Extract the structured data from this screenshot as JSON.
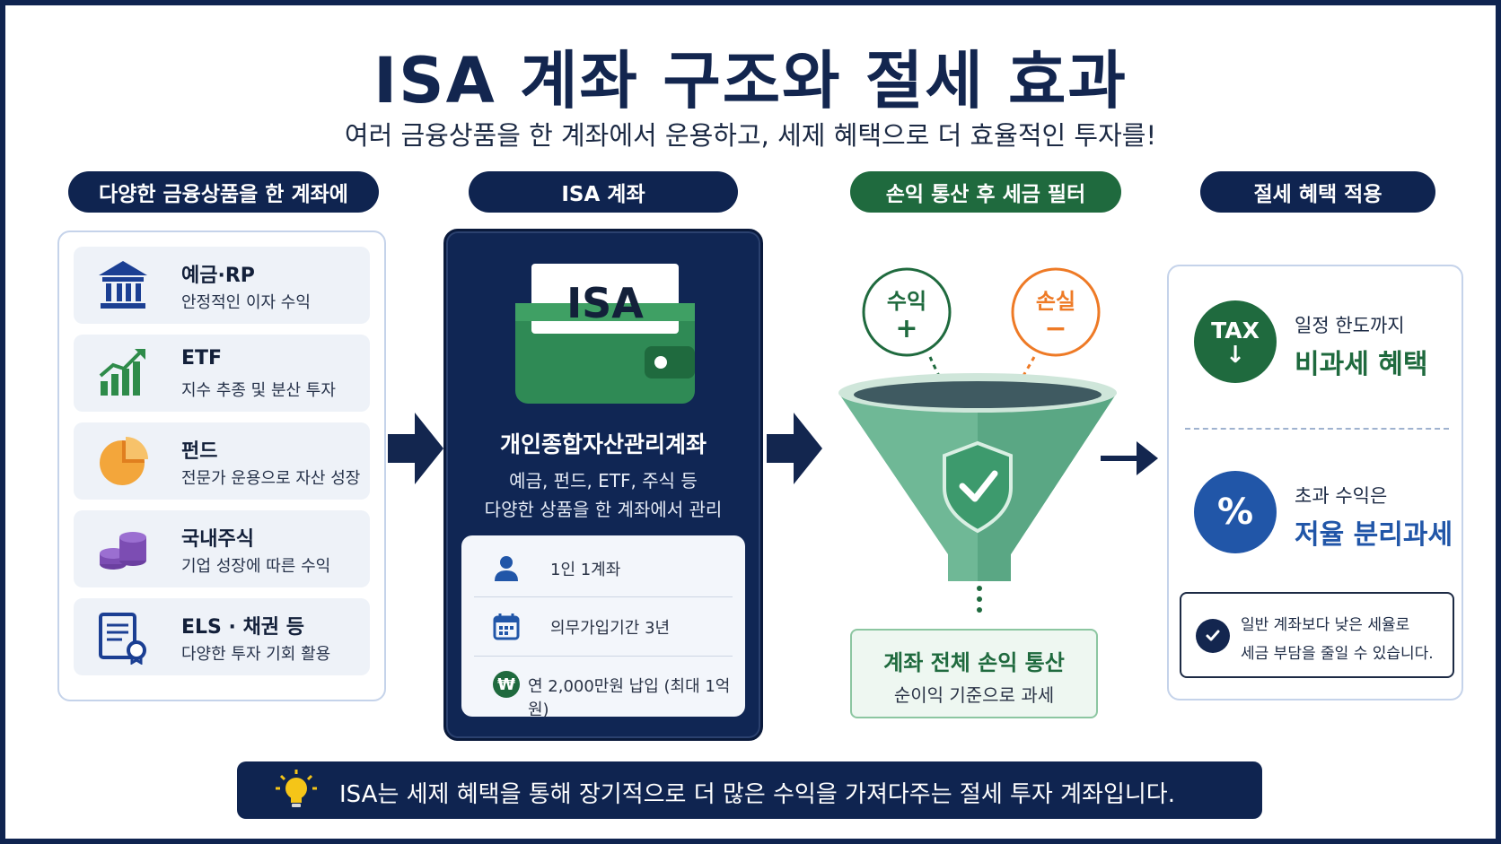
{
  "title": "ISA 계좌 구조와 절세 효과",
  "subtitle": "여러 금융상품을 한 계좌에서 운용하고, 세제 혜택으로 더 효율적인 투자를!",
  "sections": {
    "products_header": "다양한 금융상품을 한 계좌에",
    "isa_header": "ISA 계좌",
    "filter_header": "손익 통산 후 세금 필터",
    "benefit_header": "절세 혜택 적용"
  },
  "products": [
    {
      "name": "예금·RP",
      "desc": "안정적인 이자 수익",
      "icon": "bank-icon"
    },
    {
      "name": "ETF",
      "desc": "지수 추종 및 분산 투자",
      "icon": "growth-chart-icon"
    },
    {
      "name": "펀드",
      "desc": "전문가 운용으로 자산 성장",
      "icon": "pie-chart-icon"
    },
    {
      "name": "국내주식",
      "desc": "기업 성장에 따른 수익",
      "icon": "coins-icon"
    },
    {
      "name": "ELS · 채권 등",
      "desc": "다양한 투자 기회 활용",
      "icon": "certificate-icon"
    }
  ],
  "isa": {
    "wallet_label": "ISA",
    "name": "개인종합자산관리계좌",
    "desc_line1": "예금, 펀드, ETF, 주식 등",
    "desc_line2": "다양한 상품을 한 계좌에서 관리",
    "features": [
      {
        "text": "1인 1계좌",
        "icon": "person-icon"
      },
      {
        "text": "의무가입기간 3년",
        "icon": "calendar-icon"
      },
      {
        "text": "연 2,000만원 납입 (최대 1억원)",
        "icon": "won-icon"
      }
    ]
  },
  "filter": {
    "profit_label": "수익",
    "profit_sign": "+",
    "loss_label": "손실",
    "loss_sign": "−",
    "result_title": "계좌 전체 손익 통산",
    "result_desc": "순이익 기준으로 과세"
  },
  "benefits": {
    "tax_badge": "TAX",
    "tax_small": "일정 한도까지",
    "tax_large": "비과세 혜택",
    "pct_badge": "%",
    "pct_small": "초과 수익은",
    "pct_large": "저율 분리과세",
    "note_line1": "일반 계좌보다 낮은 세율로",
    "note_line2": "세금 부담을 줄일 수 있습니다."
  },
  "footer": "ISA는 세제 혜택을 통해 장기적으로 더 많은 수익을 가져다주는 절세 투자 계좌입니다.",
  "colors": {
    "navy": "#0f2450",
    "green": "#1f6a3e",
    "orange": "#ee7a26",
    "blue": "#2156a8"
  }
}
